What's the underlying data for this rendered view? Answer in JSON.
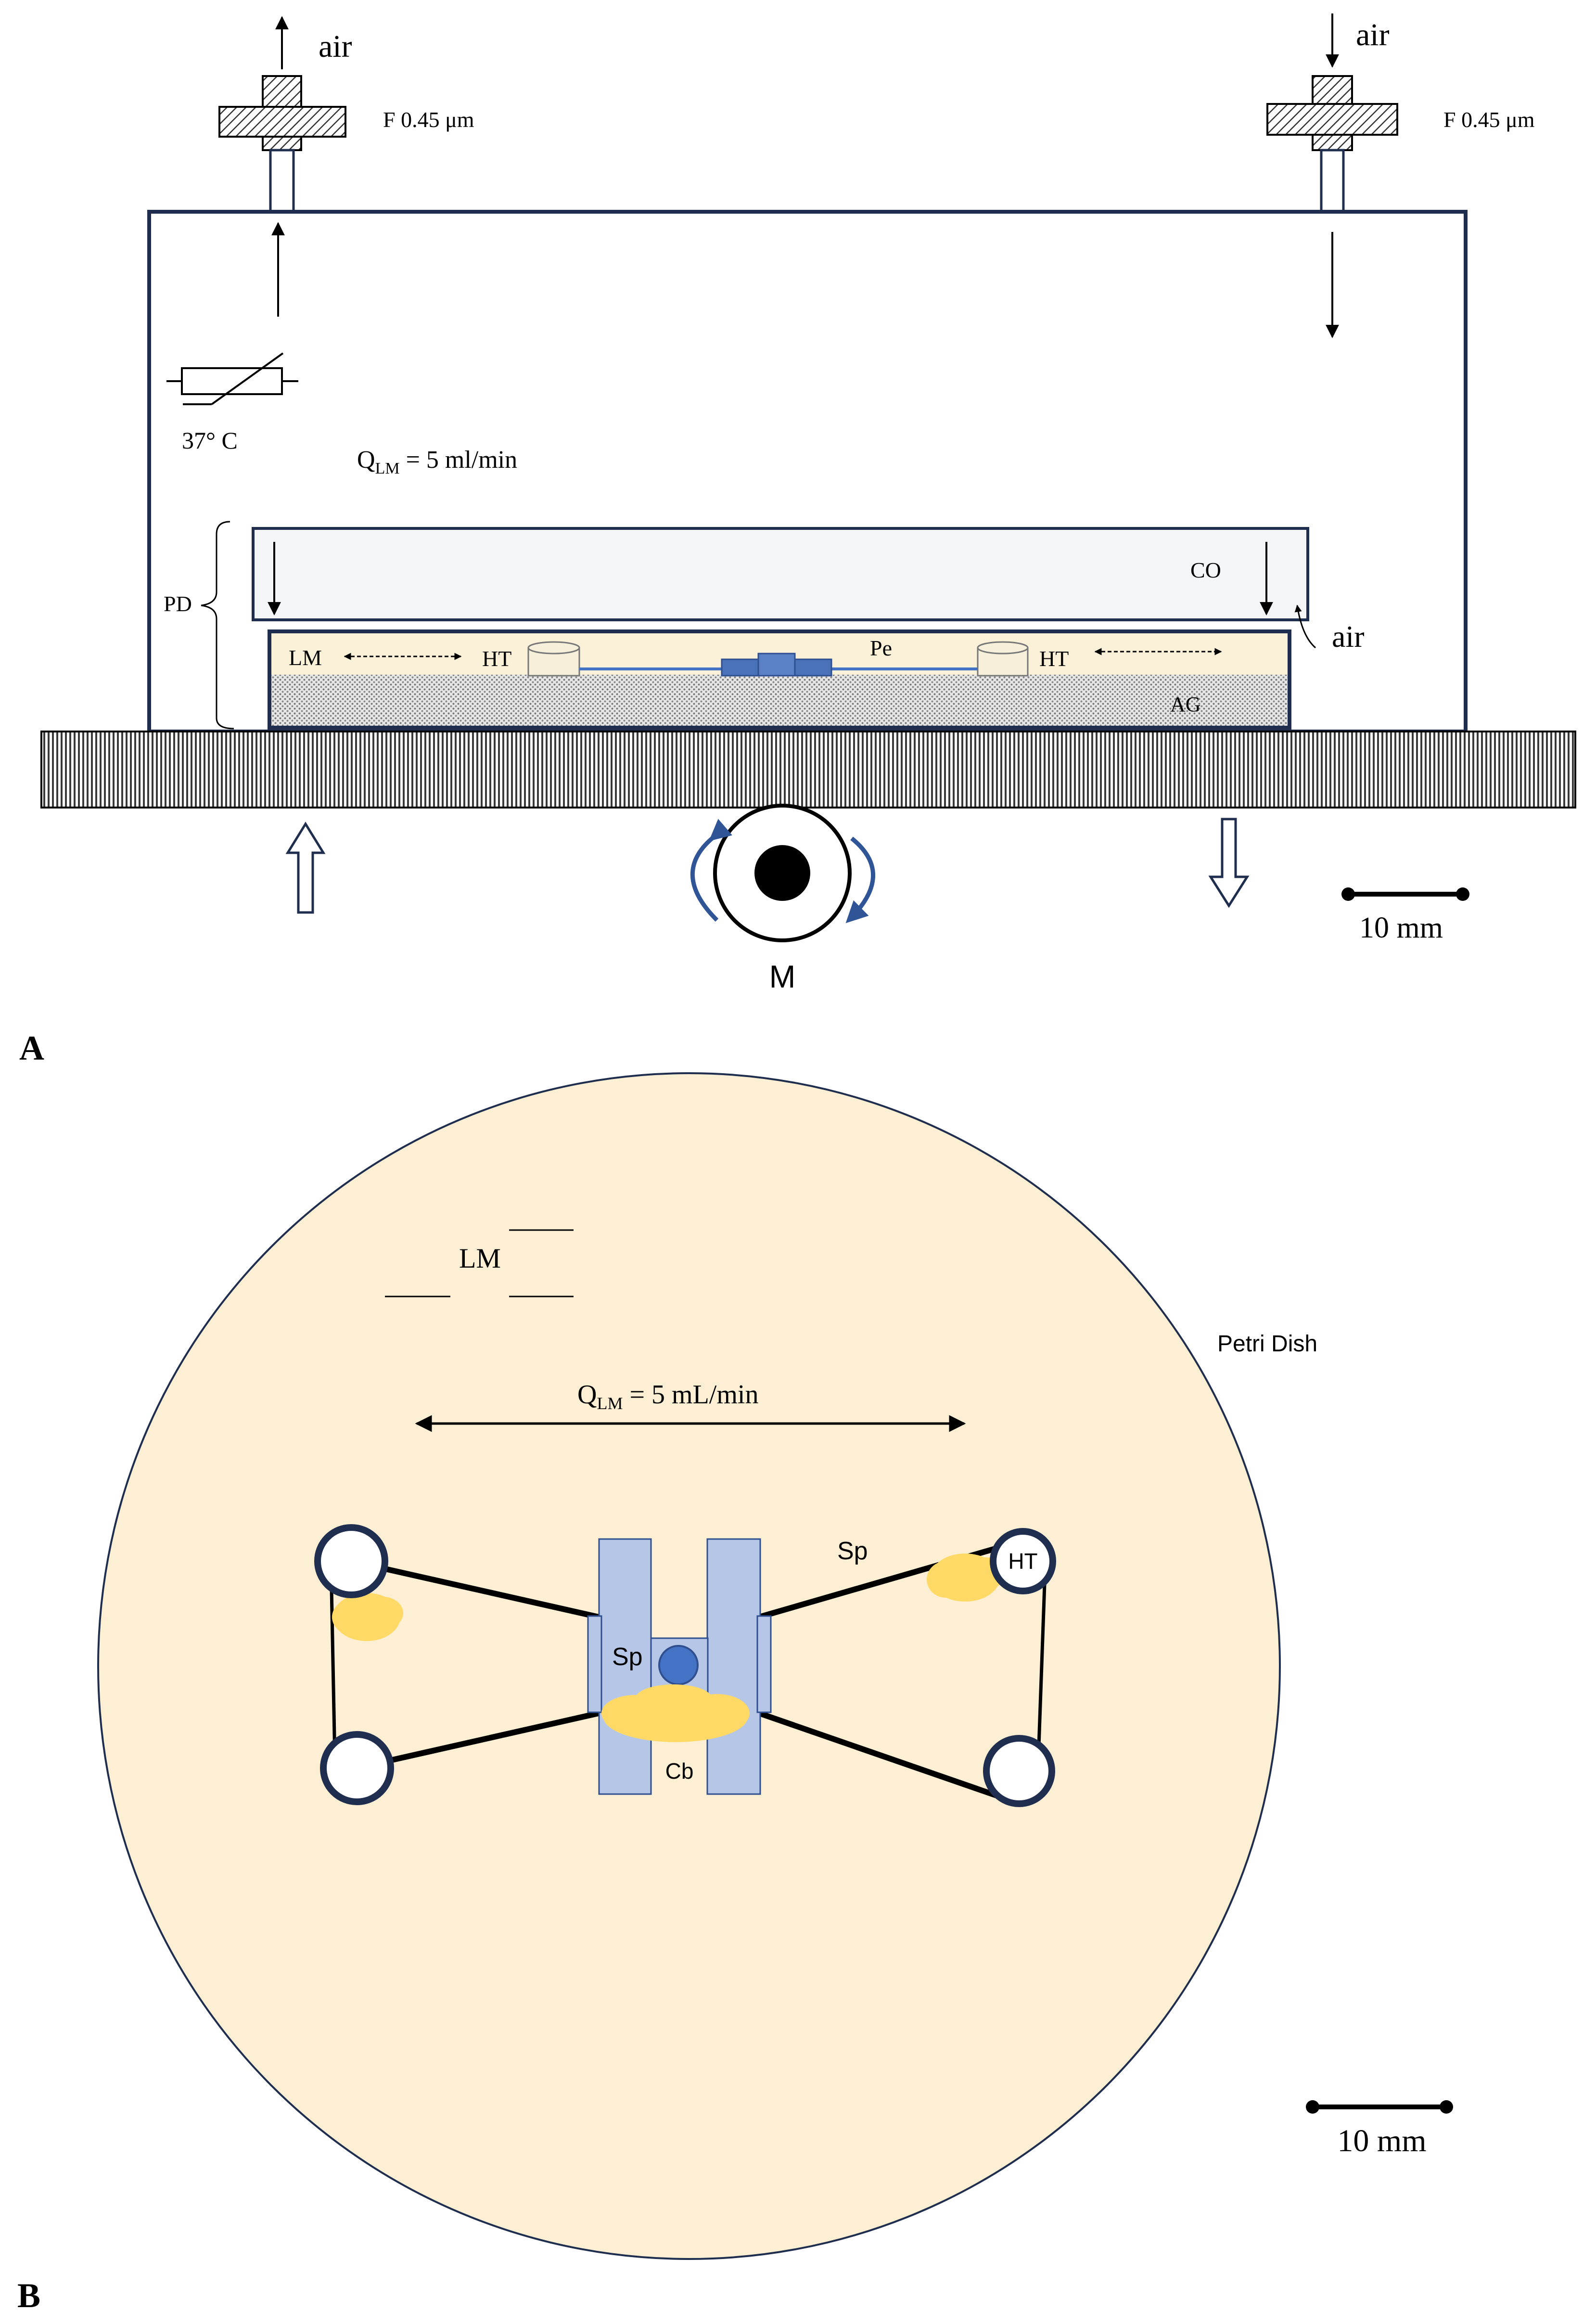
{
  "colors": {
    "frame": "#1f2d4f",
    "lid_fill": "#f4f5f7",
    "medium_fill": "#fbf1d8",
    "dish_fill": "#fcefd3",
    "chamber_blue": "#b5c6e7",
    "chamber_blue_stroke": "#2f4f8f",
    "dot_blue": "#4472c4",
    "deposit_yellow": "#ffd966",
    "rotation_arrow": "#2f5597"
  },
  "panel_a": {
    "panel_label": "A",
    "left_air": "air",
    "right_air": "air",
    "left_filter": "F 0.45 μm",
    "right_filter": "F 0.45 μm",
    "temperature": "37° C",
    "flow_prefix": "Q",
    "flow_sub": "LM",
    "flow_value": " = 5 ml/min",
    "pd": "PD",
    "co": "CO",
    "side_air": "air",
    "lm": "LM",
    "ht_left": "HT",
    "pe": "Pe",
    "ht_right": "HT",
    "ag": "AG",
    "motor": "M",
    "scale": "10 mm",
    "icons": [
      "filter-icon",
      "thermistor-icon",
      "motor-icon",
      "rotation-arrow-icon",
      "flow-arrow-icon"
    ]
  },
  "panel_b": {
    "panel_label": "B",
    "petri_dish": "Petri Dish",
    "lm": "LM",
    "flow_prefix": "Q",
    "flow_sub": "LM",
    "flow_value": " = 5 mL/min",
    "sp_left": "Sp",
    "sp_right": "Sp",
    "ht": "HT",
    "cb": "Cb",
    "scale": "10 mm"
  }
}
